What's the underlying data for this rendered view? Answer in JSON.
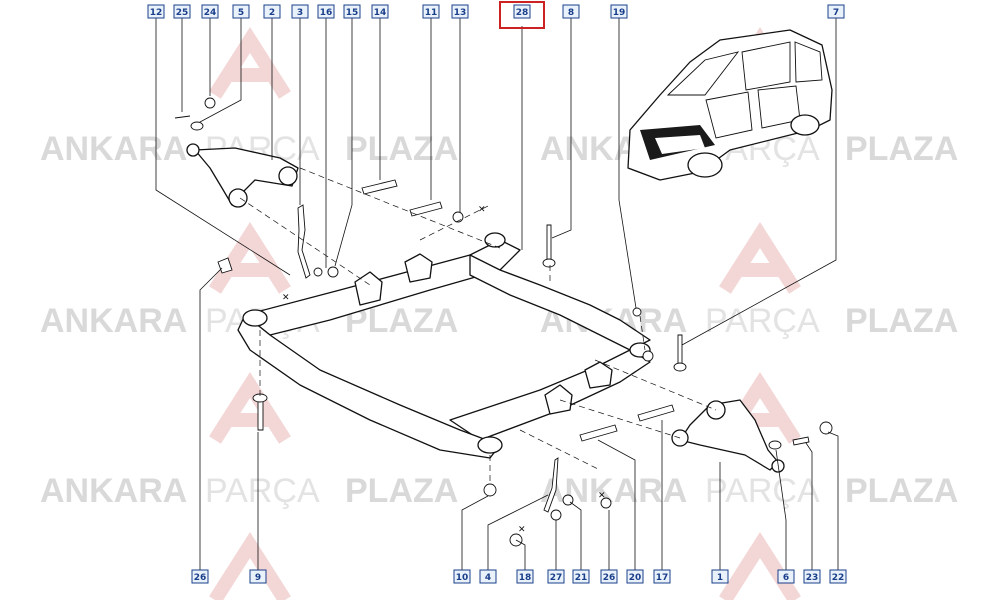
{
  "watermark": {
    "word_bold_1": "ANKARA",
    "word_light": "PARÇA",
    "word_bold_2": "PLAZA",
    "logo_letters": "AP"
  },
  "colors": {
    "callout_border": "#1a3f8a",
    "callout_fill": "#e9f1fb",
    "highlight": "#cc2222",
    "watermark_logo": "#f3d6d6"
  },
  "callouts_top": [
    "12",
    "25",
    "24",
    "5",
    "2",
    "3",
    "16",
    "15",
    "14",
    "11",
    "13",
    "28",
    "8",
    "19",
    "7"
  ],
  "callouts_bottom": [
    "26",
    "9",
    "10",
    "4",
    "18",
    "27",
    "21",
    "26",
    "20",
    "17",
    "1",
    "6",
    "23",
    "22"
  ],
  "highlighted_callout": "28"
}
